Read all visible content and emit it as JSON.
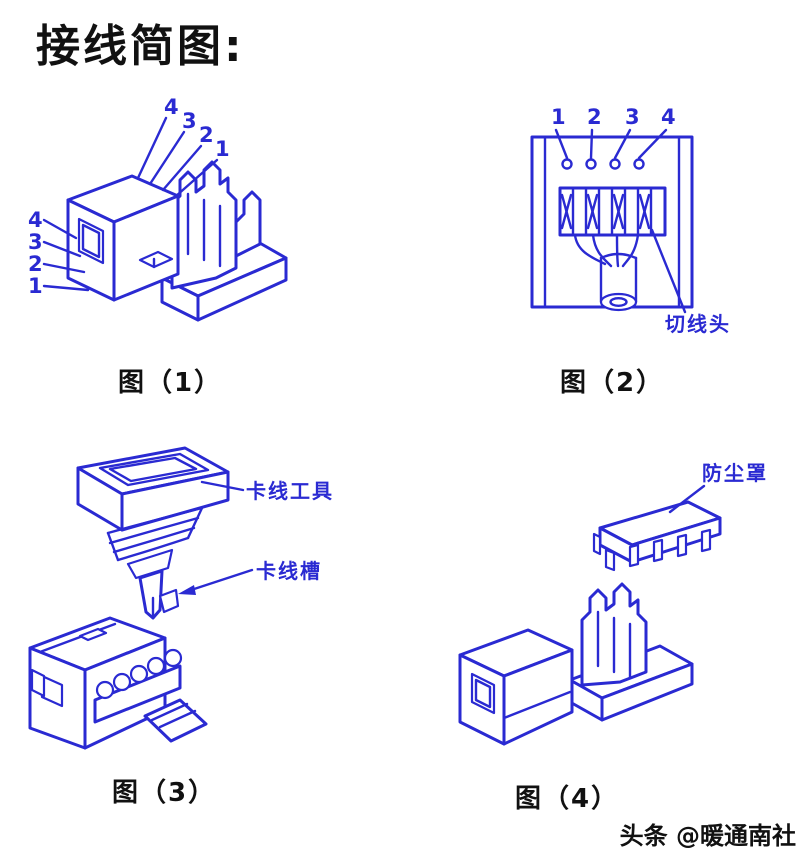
{
  "title": "接线简图:",
  "fig1": {
    "caption": "图（1）",
    "top_labels": [
      "4",
      "3",
      "2",
      "1"
    ],
    "side_labels": [
      "4",
      "3",
      "2",
      "1"
    ]
  },
  "fig2": {
    "caption": "图（2）",
    "top_labels": [
      "1",
      "2",
      "3",
      "4"
    ],
    "callout": "切线头"
  },
  "fig3": {
    "caption": "图（3）",
    "tool_label": "卡线工具",
    "slot_label": "卡线槽"
  },
  "fig4": {
    "caption": "图（4）",
    "cover_label": "防尘罩"
  },
  "watermark": "头条 @暖通南社",
  "colors": {
    "line_blue": "#2a2ad2",
    "text_black": "#111111"
  }
}
